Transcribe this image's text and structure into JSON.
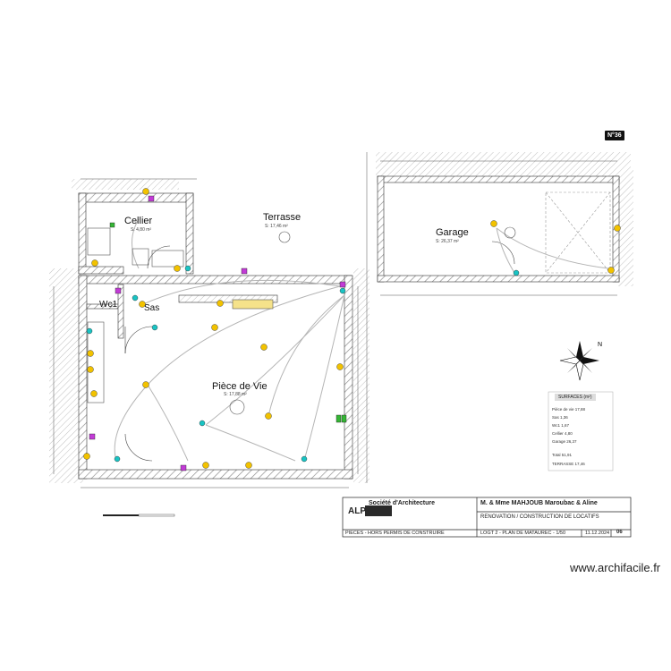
{
  "badge": "N°36",
  "rooms": {
    "cellier": {
      "name": "Cellier",
      "area": "S: 4,80 m²"
    },
    "terrasse": {
      "name": "Terrasse",
      "area": "S: 17,46 m²"
    },
    "garage": {
      "name": "Garage",
      "area": "S: 26,37 m²"
    },
    "wc": {
      "name": "Wc1"
    },
    "sas": {
      "name": "Sas"
    },
    "piece_de_vie": {
      "name": "Pièce de Vie",
      "area": "S: 17,88 m²"
    }
  },
  "legend": {
    "title": "SURFACES (m²)",
    "rows": [
      "Pièce de vie  17,88",
      "Sas   1,36",
      "Wc1   1,67",
      "Cellier   4,80",
      "Garage   26,37",
      "Total   51,91",
      "TERRASSE   17,46"
    ]
  },
  "title_block": {
    "logo": "ALP",
    "company": "Société d'Architecture",
    "client": "M. & Mme MAHJOUB Maroubac & Aline",
    "project": "RENOVATION / CONSTRUCTION DE LOCATIFS",
    "footer_left": "PIECES - HORS PERMIS DE CONSTRUIRE",
    "footer_mid": "LOGT 2 - PLAN DE MATAUREC - 1/50",
    "date": "11.12.2024",
    "sheet": "06"
  },
  "watermark": "www.archifacile.fr",
  "colors": {
    "wall": "#9a9a9a",
    "yellow": "#f2c200",
    "magenta": "#c23bd6",
    "cyan": "#19c4c4",
    "green": "#35b535",
    "wire": "#b5b5b5"
  }
}
